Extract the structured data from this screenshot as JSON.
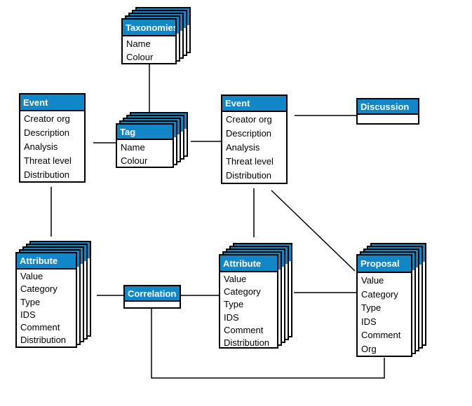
{
  "diagram_type": "entity-relationship data model",
  "colors": {
    "header_blue": "#1287c7",
    "border_black": "#000000",
    "header_text": "#ffffff",
    "body_text": "#000000",
    "background": "#ffffff"
  },
  "entities": {
    "taxonomies": {
      "title": "Taxonomies",
      "stacked": true,
      "fields": [
        "Name",
        "Colour"
      ]
    },
    "event_left": {
      "title": "Event",
      "stacked": false,
      "fields": [
        "Creator org",
        "Description",
        "Analysis",
        "Threat level",
        "Distribution"
      ]
    },
    "tag": {
      "title": "Tag",
      "stacked": true,
      "fields": [
        "Name",
        "Colour"
      ]
    },
    "event_center": {
      "title": "Event",
      "stacked": false,
      "fields": [
        "Creator org",
        "Description",
        "Analysis",
        "Threat level",
        "Distribution"
      ]
    },
    "discussion": {
      "title": "Discussion",
      "stacked": false,
      "fields": []
    },
    "attribute_left": {
      "title": "Attribute",
      "stacked": true,
      "fields": [
        "Value",
        "Category",
        "Type",
        "IDS",
        "Comment",
        "Distribution"
      ]
    },
    "correlation": {
      "title": "Correlation",
      "stacked": false,
      "fields": []
    },
    "attribute_center": {
      "title": "Attribute",
      "stacked": true,
      "fields": [
        "Value",
        "Category",
        "Type",
        "IDS",
        "Comment",
        "Distribution"
      ]
    },
    "proposal": {
      "title": "Proposal",
      "stacked": true,
      "fields": [
        "Value",
        "Category",
        "Type",
        "IDS",
        "Comment",
        "Org"
      ]
    }
  },
  "connections": [
    {
      "from": "Taxonomies",
      "to": "Tag"
    },
    {
      "from": "Event (left)",
      "to": "Tag"
    },
    {
      "from": "Tag",
      "to": "Event (center)"
    },
    {
      "from": "Event (center)",
      "to": "Discussion"
    },
    {
      "from": "Event (center)",
      "to": "Attribute (center)"
    },
    {
      "from": "Event (center)",
      "to": "Proposal"
    },
    {
      "from": "Event (left)",
      "to": "Attribute (left)"
    },
    {
      "from": "Attribute (left)",
      "to": "Correlation"
    },
    {
      "from": "Correlation",
      "to": "Attribute (center)"
    },
    {
      "from": "Attribute (center)",
      "to": "Proposal"
    },
    {
      "from": "Correlation",
      "to": "Proposal"
    }
  ]
}
